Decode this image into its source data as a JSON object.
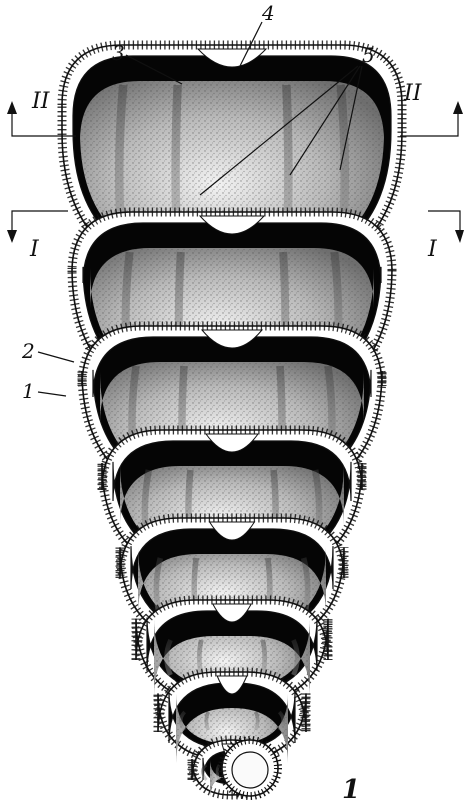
{
  "figure": {
    "number": "1",
    "labels": {
      "n1": "1",
      "n2": "2",
      "n3": "3",
      "n4": "4",
      "n5": "5"
    },
    "sections": {
      "upper": "II",
      "lower": "I"
    }
  },
  "colors": {
    "ink": "#111111",
    "cavity": "#050505",
    "paper": "#ffffff",
    "stipple_light": "#e9e9e9",
    "stipple_dark": "#5a5a5a"
  }
}
